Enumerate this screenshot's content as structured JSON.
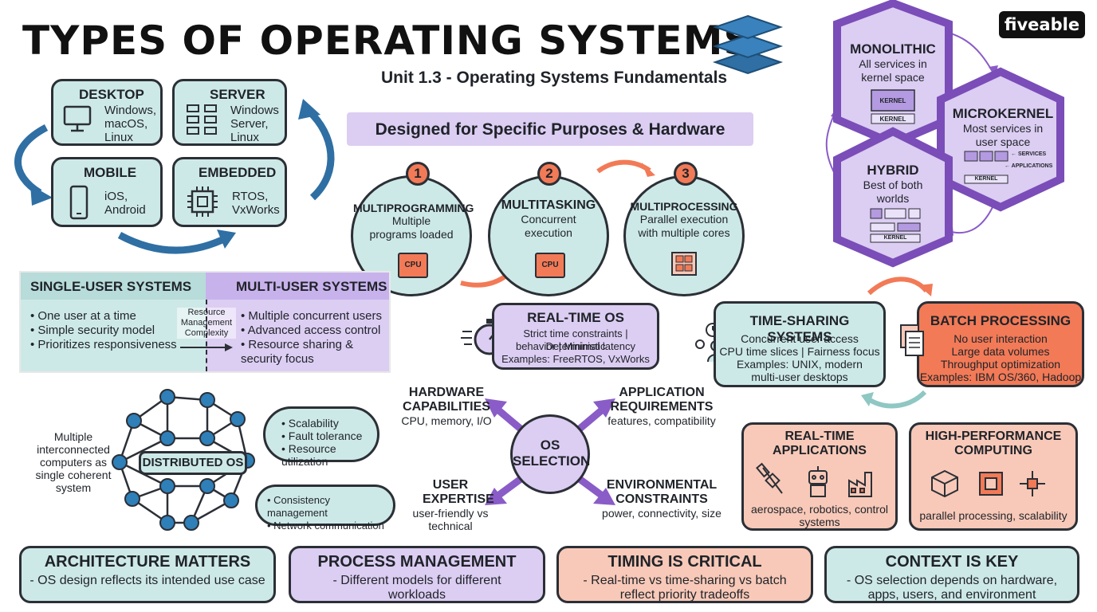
{
  "header": {
    "title": "TYPES OF OPERATING SYSTEMS",
    "subtitle": "Unit 1.3 - Operating Systems Fundamentals",
    "logo": "fiveable"
  },
  "banner": "Designed for Specific Purposes & Hardware",
  "device_types": [
    {
      "title": "DESKTOP",
      "desc": "Windows, macOS, Linux",
      "icon": "monitor-icon"
    },
    {
      "title": "SERVER",
      "desc": "Windows Server, Linux",
      "icon": "server-icon"
    },
    {
      "title": "MOBILE",
      "desc": "iOS, Android",
      "icon": "phone-icon"
    },
    {
      "title": "EMBEDDED",
      "desc": "RTOS, VxWorks",
      "icon": "chip-icon"
    }
  ],
  "kernels": {
    "monolithic": {
      "title": "MONOLITHIC",
      "desc": "All services in kernel space",
      "k1": "KERNEL",
      "k2": "KERNEL"
    },
    "microkernel": {
      "title": "MICROKERNEL",
      "desc": "Most services in user space",
      "services": "← SERVICES",
      "apps": "← APPLICATIONS",
      "kernel": "KERNEL"
    },
    "hybrid": {
      "title": "HYBRID",
      "desc": "Best of both worlds",
      "k": "KERNEL"
    }
  },
  "processing": [
    {
      "num": "1",
      "title": "MULTIPROGRAMMING",
      "desc": "Multiple programs loaded",
      "cpu": "CPU"
    },
    {
      "num": "2",
      "title": "MULTITASKING",
      "desc": "Concurrent execution",
      "cpu": "CPU"
    },
    {
      "num": "3",
      "title": "MULTIPROCESSING",
      "desc": "Parallel execution with multiple cores"
    }
  ],
  "users": {
    "single": {
      "title": "SINGLE-USER SYSTEMS",
      "items": [
        "• One user at a time",
        "• Simple security model",
        "• Prioritizes responsiveness"
      ]
    },
    "divider_label": "Resource Management Complexity",
    "multi": {
      "title": "MULTI-USER SYSTEMS",
      "items": [
        "• Multiple concurrent users",
        "• Advanced access control",
        "• Resource sharing & security focus"
      ]
    }
  },
  "realtime_os": {
    "title": "REAL-TIME OS",
    "line1": "Strict time constraints | Deterministic",
    "line2": "behavior | Minimal latency",
    "line3": "Examples: FreeRTOS, VxWorks"
  },
  "time_sharing": {
    "title": "TIME-SHARING SYSTEMS",
    "line1": "Concurrent user access",
    "line2": "CPU time slices | Fairness focus",
    "line3": "Examples: UNIX, modern",
    "line4": "multi-user desktops"
  },
  "batch": {
    "title": "BATCH PROCESSING",
    "line1": "No user interaction",
    "line2": "Large data volumes",
    "line3": "Throughput optimization",
    "line4": "Examples: IBM OS/360, Hadoop"
  },
  "distributed": {
    "desc": "Multiple interconnected computers as single coherent system",
    "label": "DISTRIBUTED OS",
    "bubble1": [
      "• Scalability",
      "• Fault tolerance",
      "• Resource utilization"
    ],
    "bubble2": [
      "• Consistency management",
      "• Network communication"
    ]
  },
  "selection": {
    "center": "OS SELECTION",
    "hw_title": "HARDWARE CAPABILITIES",
    "hw_desc": "CPU, memory, I/O",
    "app_title": "APPLICATION REQUIREMENTS",
    "app_desc": "features, compatibility",
    "user_title": "USER EXPERTISE",
    "user_desc": "user-friendly vs technical",
    "env_title": "ENVIRONMENTAL CONSTRAINTS",
    "env_desc": "power, connectivity, size"
  },
  "applications": {
    "rt": {
      "title": "REAL-TIME APPLICATIONS",
      "desc": "aerospace, robotics, control systems"
    },
    "hpc": {
      "title": "HIGH-PERFORMANCE COMPUTING",
      "desc": "parallel processing, scalability"
    }
  },
  "takeaways": [
    {
      "title": "ARCHITECTURE MATTERS",
      "desc": "- OS design reflects its intended use case"
    },
    {
      "title": "PROCESS MANAGEMENT",
      "desc": "- Different models for different workloads"
    },
    {
      "title": "TIMING IS CRITICAL",
      "desc": "- Real-time vs time-sharing vs batch reflect priority tradeoffs"
    },
    {
      "title": "CONTEXT IS KEY",
      "desc": "- OS selection depends on hardware, apps, users, and environment"
    }
  ],
  "colors": {
    "teal": "#cde9e7",
    "lavender": "#dccdf2",
    "salmon": "#f8c9b8",
    "orange": "#f27a57",
    "purple": "#8a5cc7",
    "blue": "#2f6fa3"
  }
}
